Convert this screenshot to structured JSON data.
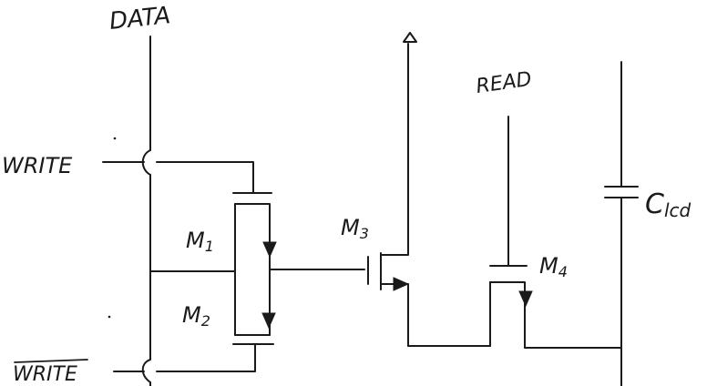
{
  "labels": {
    "data": "DATA",
    "write": "WRITE",
    "write_bar": "WRITE",
    "read": "READ",
    "m1": "M",
    "m1_sub": "1",
    "m2": "M",
    "m2_sub": "2",
    "m3": "M",
    "m3_sub": "3",
    "m4": "M",
    "m4_sub": "4",
    "capacitor": "C",
    "capacitor_sub": "lcd"
  }
}
